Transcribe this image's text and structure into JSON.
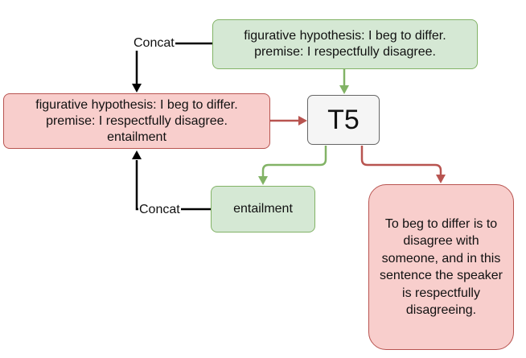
{
  "nodes": {
    "input_top": {
      "lines": [
        "figurative hypothesis: I beg to differ.",
        "premise: I respectfully disagree."
      ]
    },
    "input_left": {
      "lines": [
        "figurative hypothesis: I beg to differ.",
        "premise: I respectfully disagree.",
        "entailment"
      ]
    },
    "model": {
      "label": "T5"
    },
    "output_label": {
      "label": "entailment"
    },
    "output_explanation": {
      "lines": [
        "To beg to differ is to",
        "disagree with",
        "someone, and in this",
        "sentence the speaker",
        "is respectfully",
        "disagreeing."
      ]
    }
  },
  "edge_labels": {
    "concat_top": "Concat",
    "concat_bottom": "Concat"
  },
  "colors": {
    "green_fill": "#d5e8d4",
    "green_stroke": "#82b366",
    "red_fill": "#f8cecc",
    "red_stroke": "#b85450",
    "grey_fill": "#f5f5f5",
    "grey_stroke": "#666666",
    "black": "#000000"
  }
}
